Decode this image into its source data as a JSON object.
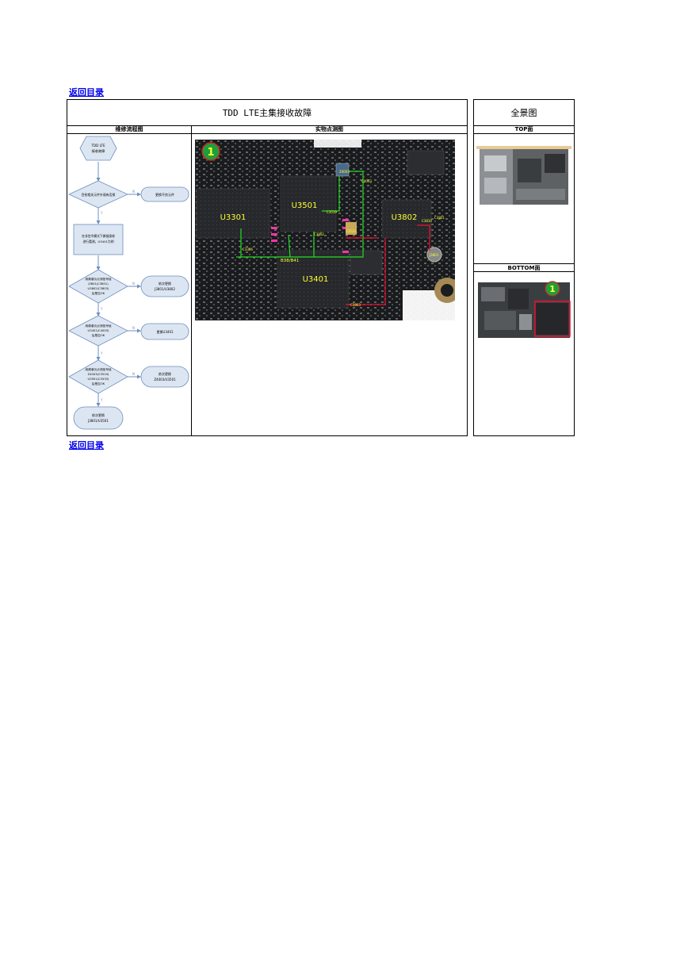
{
  "nav": {
    "back_label": "返回目录"
  },
  "main": {
    "title": "TDD LTE主集接收故障",
    "flow_header": "维修流程图",
    "photo_header": "实物点测图"
  },
  "panorama": {
    "title": "全景图",
    "top_label": "TOP面",
    "bottom_label": "BOTTOM面"
  },
  "flow": {
    "start": [
      "TDD LTE",
      "接收故障"
    ],
    "step1": "目检相关元件外观有否损",
    "step1_action": "更换不良元件",
    "step2": [
      "在非信令模式下做极接收",
      "进行重测，U3401为例"
    ],
    "step3": [
      "用频谱仪点测信号经",
      "J3801(C3801)",
      "U3802(C3803)",
      "后是否OK"
    ],
    "step3_action": [
      "依次更换",
      "J3801/U3802"
    ],
    "step4": [
      "用频谱仪点测信号经",
      "U3401(C4003)",
      "后是否OK"
    ],
    "step4_action": "更换U3401",
    "step5": [
      "用频谱仪点测信号经",
      "Z4003(C3519)",
      "U3501(C3533)",
      "后是否OK"
    ],
    "step5_action": [
      "依次更换",
      "Z4003/U3501"
    ],
    "end": [
      "依次更换",
      "J3801/U3501"
    ],
    "yes": "N",
    "no": "Y"
  },
  "board": {
    "marker": "1",
    "chips": [
      "U3301",
      "U3501",
      "U3802",
      "U3401"
    ],
    "small_labels": [
      "Z4003",
      "C4003",
      "C3519",
      "C3533",
      "C3802",
      "C3803",
      "C3810",
      "C3801",
      "J3801",
      "C3306",
      "B38/B41"
    ]
  },
  "colors": {
    "board": "#1a1c1e",
    "chip": "#25272a",
    "chip_label": "#ffff33",
    "signal_green": "#22dd22",
    "signal_red": "#ee1133",
    "signal_magenta": "#ff33aa",
    "flow_fill": "#dce6f2",
    "flow_stroke": "#6e8fbf",
    "marker_fill": "#1e9e3c",
    "link": "#0000ee"
  }
}
